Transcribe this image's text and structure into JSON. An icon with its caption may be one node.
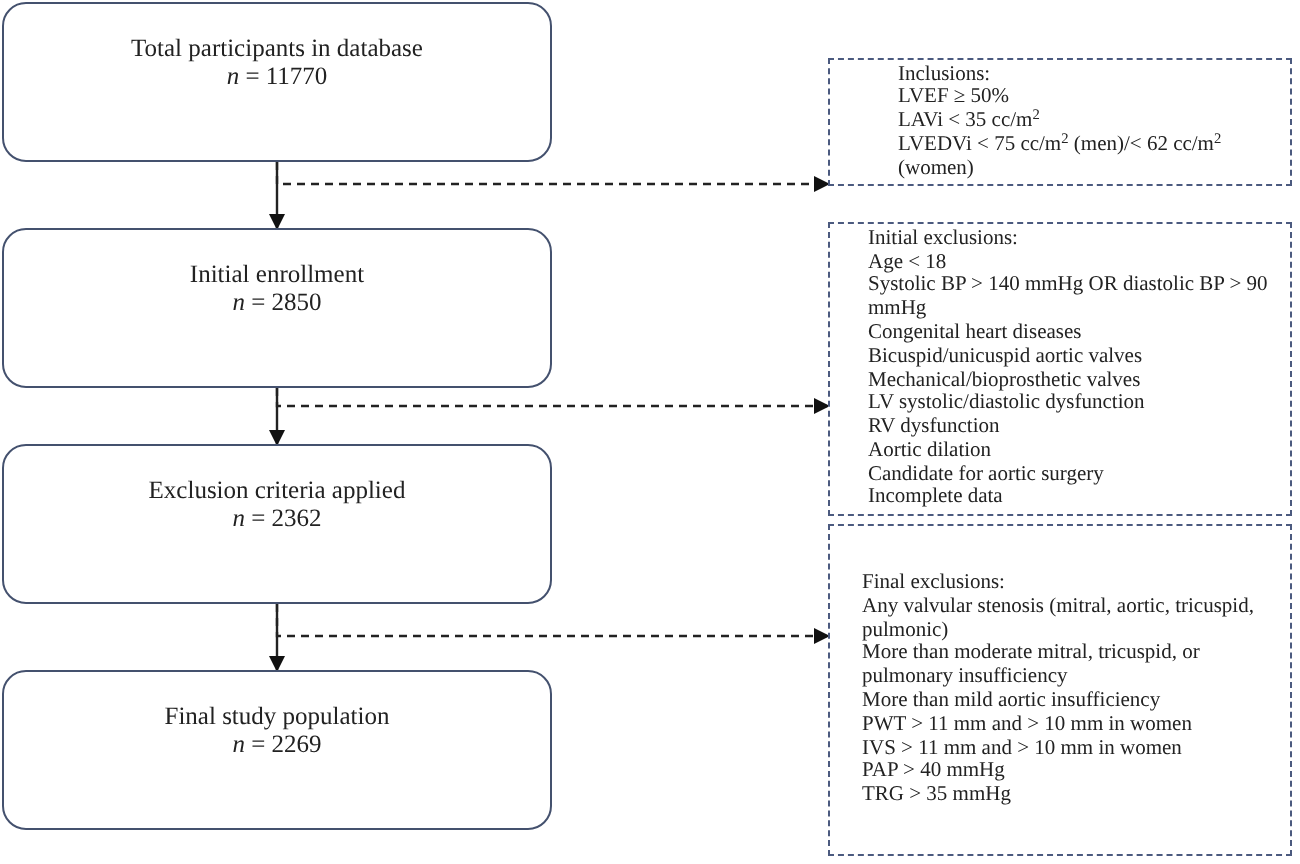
{
  "diagram": {
    "nodes": [
      {
        "text": [
          "Total participants in database",
          "*n* = 11770"
        ]
      },
      {
        "text": [
          "Initial enrollment",
          "*n* = 2850"
        ]
      },
      {
        "text": [
          "Exclusion criteria applied",
          "*n* = 2362"
        ]
      },
      {
        "text": [
          "Final study population",
          "*n* = 2269"
        ]
      },
      {
        "text": [
          "Inclusions:",
          "LVEF ≥ 50%",
          "LAVi < 35 cc/m$^{2}$",
          "LVEDVi < 75 cc/m$^{2}$ (men)/< 62 cc/m$^{2}$ (women)"
        ]
      },
      {
        "text": [
          "Initial exclusions:",
          "Age < 18",
          "Systolic BP > 140 mmHg OR diastolic BP > 90 mmHg",
          "Congenital heart diseases",
          "Bicuspid/unicuspid aortic valves",
          "Mechanical/bioprosthetic valves",
          "LV systolic/diastolic dysfunction",
          "RV dysfunction",
          "Aortic dilation",
          "Candidate for aortic surgery",
          "Incomplete data"
        ]
      },
      {
        "text": [
          "Final exclusions:",
          "Any valvular stenosis (mitral, aortic, tricuspid, pulmonic)",
          "More than moderate mitral, tricuspid, or pulmonary insufficiency",
          "More than mild aortic insufficiency",
          "PWT > 11 mm and > 10 mm in women",
          "IVS > 11 mm and > 10 mm in women",
          "PAP > 40 mmHg",
          "TRG > 35 mmHg"
        ]
      }
    ],
    "edges": [
      {
        "from": 0,
        "to": 1,
        "arrow": "to"
      },
      {
        "from": 1,
        "to": 2,
        "arrow": "to"
      },
      {
        "from": 2,
        "to": 3,
        "arrow": "to"
      },
      {
        "from": 0,
        "to": 4,
        "arrow": "to",
        "style": "dashed"
      },
      {
        "from": 1,
        "to": 5,
        "arrow": "to",
        "style": "dashed"
      },
      {
        "from": 2,
        "to": 6,
        "arrow": "to",
        "style": "dashed"
      }
    ]
  }
}
